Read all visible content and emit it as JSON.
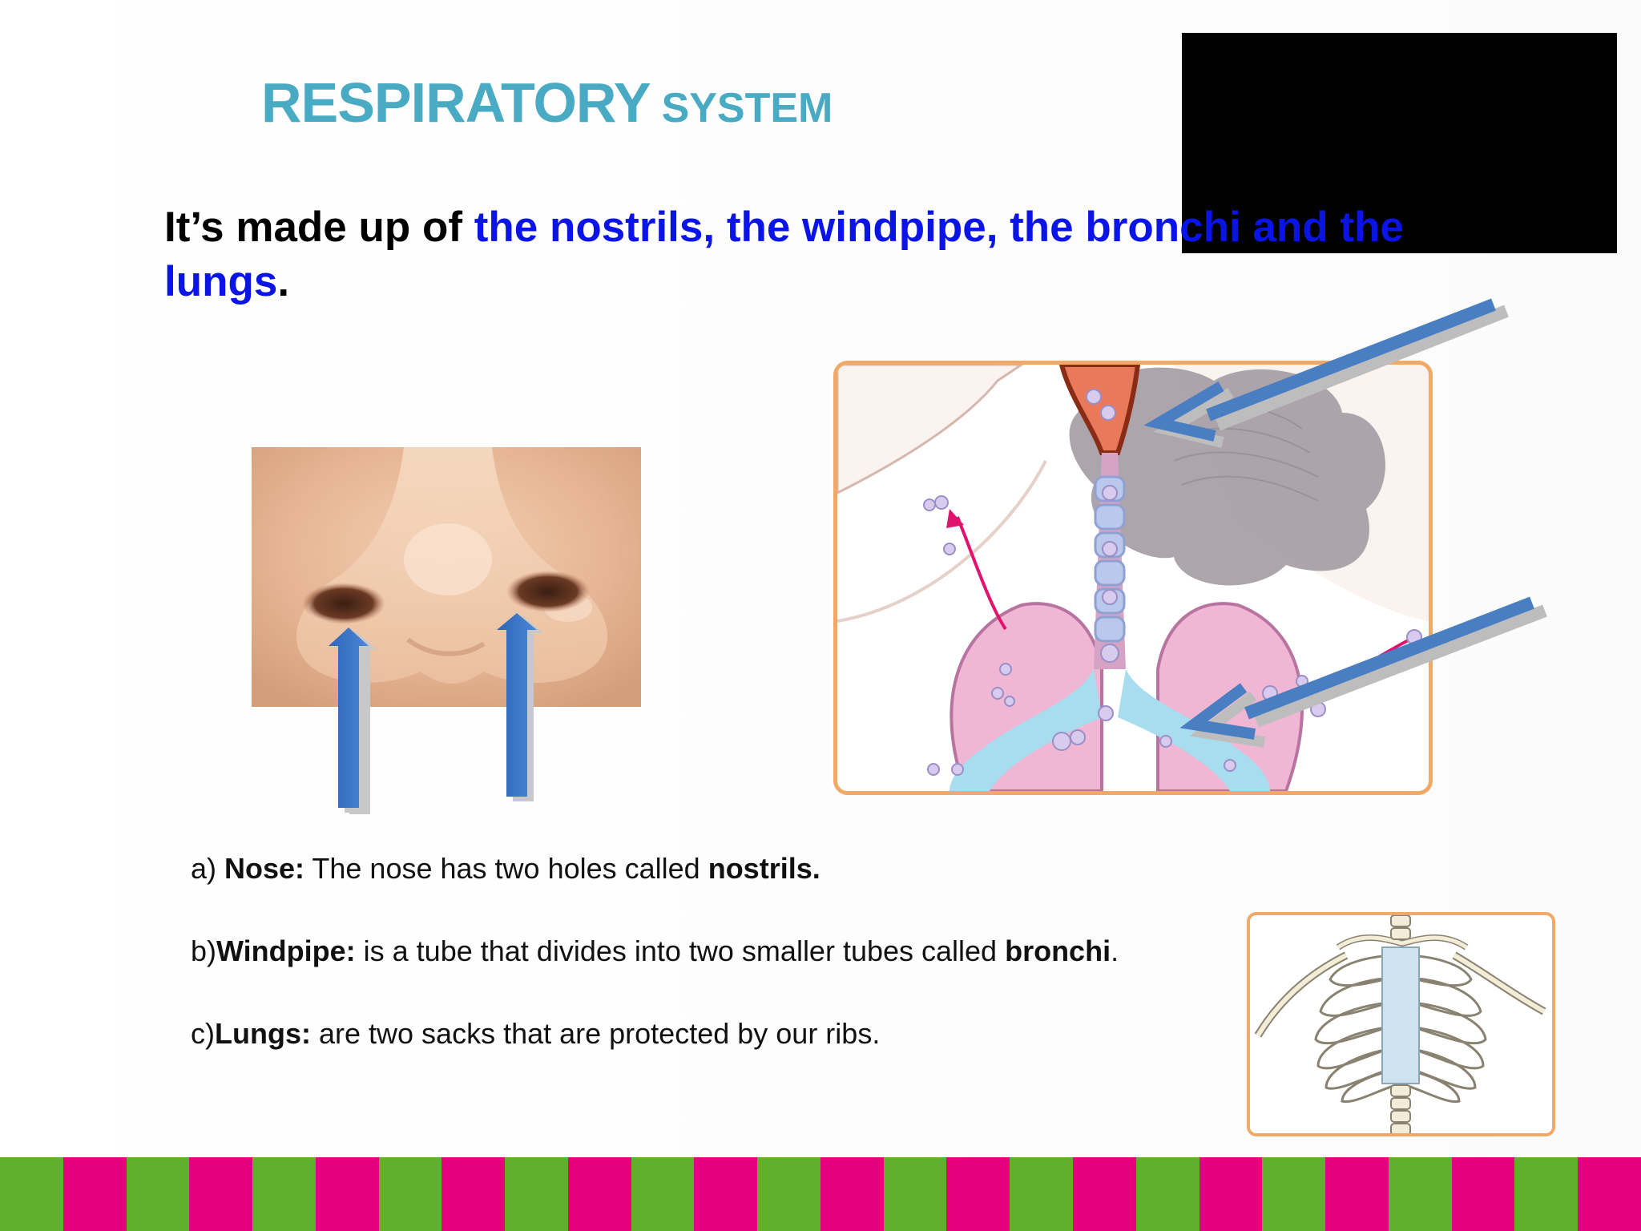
{
  "title": {
    "main": "RESPIRATORY",
    "sub": "SYSTEM"
  },
  "intro": {
    "prefix": "It’s made up of ",
    "highlight": "the nostrils, the windpipe, the bronchi and the lungs",
    "suffix": "."
  },
  "items": [
    {
      "prefix": "a) ",
      "term": "Nose:",
      "text": " The nose has two holes called ",
      "emph": "nostrils.",
      "tail": ""
    },
    {
      "prefix": "b)",
      "term": "Windpipe:",
      "text": " is a tube that divides into two smaller tubes called ",
      "emph": "bronchi",
      "tail": "."
    },
    {
      "prefix": "c)",
      "term": "Lungs:",
      "text": " are two sacks that are protected by our ribs.",
      "emph": "",
      "tail": ""
    }
  ],
  "colors": {
    "title": "#49aac3",
    "highlight": "#0a14e6",
    "stripe_green": "#5fb12d",
    "stripe_pink": "#e5007d",
    "frame": "#f2a867",
    "arrow": "#4a7ec2"
  },
  "icons": {
    "nose": "nose-photo",
    "lungs": "lungs-diagram",
    "ribs": "ribcage-image",
    "arrow": "arrow-icon"
  }
}
